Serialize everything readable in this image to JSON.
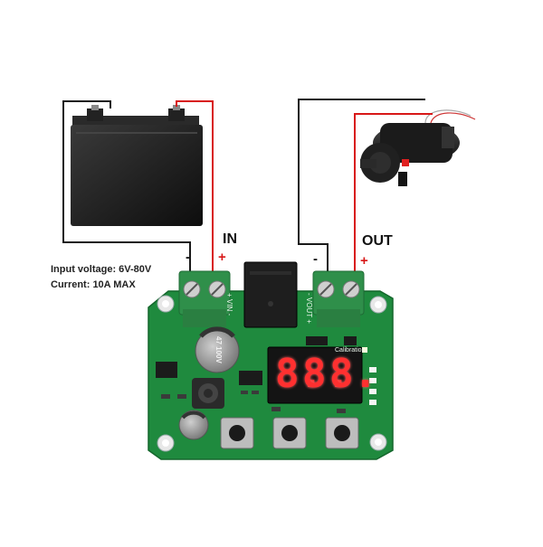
{
  "labels": {
    "in": "IN",
    "out": "OUT",
    "in_minus": "-",
    "in_plus": "+",
    "out_minus": "-",
    "out_plus": "+",
    "input_voltage": "Input voltage: 6V-80V",
    "current": "Current: 10A MAX"
  },
  "board": {
    "vin_label": "+ VIN -",
    "vout_label": "- VOUT +",
    "calibration": "Calibration",
    "capacitor_value": "47 100V",
    "display_digits": [
      "8.",
      "8.",
      "8."
    ]
  },
  "colors": {
    "pcb": "#1f8a3e",
    "wire_red": "#d81818",
    "wire_black": "#1a1a1a",
    "terminal": "#2f8f4a",
    "relay": "#1e1e1e",
    "segment": "#ff3030"
  }
}
